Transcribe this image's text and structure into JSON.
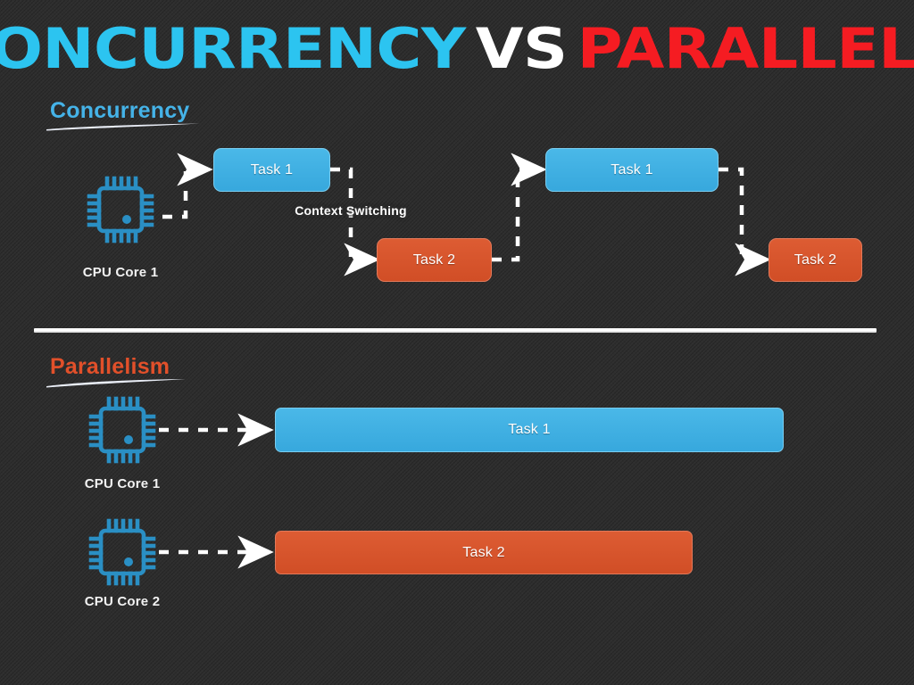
{
  "title": {
    "part1": "CONCURRENCY",
    "vs": "VS",
    "part2": "PARALLELISM"
  },
  "colors": {
    "background": "#2e2e2e",
    "title_concurrency": "#2cc4f0",
    "title_vs": "#ffffff",
    "title_parallelism": "#f51c22",
    "heading_concurrency": "#45b3e8",
    "heading_parallelism": "#e2502a",
    "task_blue": "#37a8dd",
    "task_orange": "#d14e26",
    "cpu_icon": "#2a8fc4",
    "arrow_white": "#ffffff",
    "divider": "#ffffff"
  },
  "concurrency": {
    "heading": "Concurrency",
    "cpu_label": "CPU Core 1",
    "context_switching_label": "Context Switching",
    "blocks": [
      {
        "label": "Task 1",
        "color": "blue",
        "lane": "top"
      },
      {
        "label": "Task 2",
        "color": "orange",
        "lane": "bottom"
      },
      {
        "label": "Task 1",
        "color": "blue",
        "lane": "top"
      },
      {
        "label": "Task 2",
        "color": "orange",
        "lane": "bottom"
      }
    ]
  },
  "parallelism": {
    "heading": "Parallelism",
    "cores": [
      {
        "cpu_label": "CPU Core 1",
        "task_label": "Task 1",
        "color": "blue"
      },
      {
        "cpu_label": "CPU Core 2",
        "task_label": "Task 2",
        "color": "orange"
      }
    ]
  }
}
